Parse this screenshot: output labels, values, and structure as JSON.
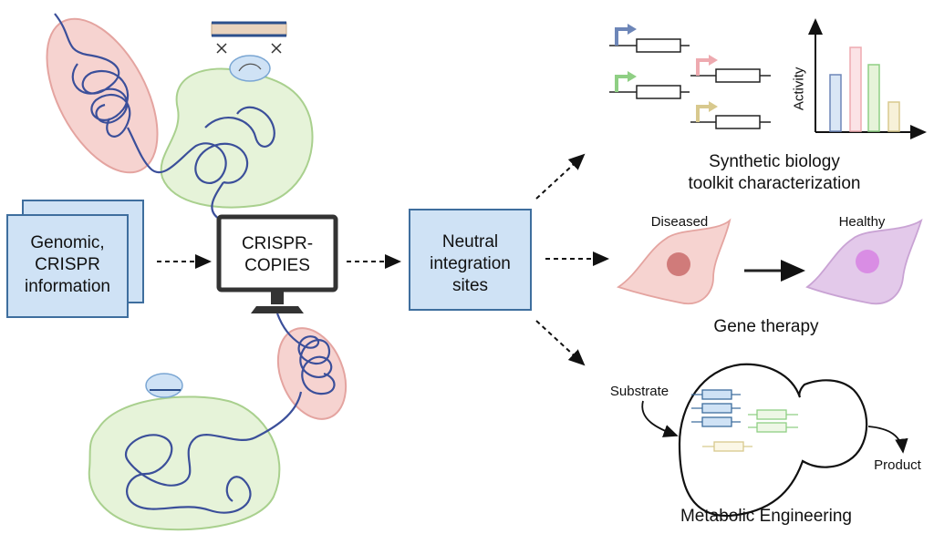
{
  "input_box": {
    "lines": [
      "Genomic,",
      "CRISPR",
      "information"
    ]
  },
  "tool": {
    "lines": [
      "CRISPR-",
      "COPIES"
    ]
  },
  "output_box": {
    "lines": [
      "Neutral",
      "integration",
      "sites"
    ]
  },
  "applications": {
    "synbio": {
      "caption_lines": [
        "Synthetic biology",
        "toolkit characterization"
      ],
      "axis_label": "Activity"
    },
    "gene_therapy": {
      "caption": "Gene therapy",
      "before": "Diseased",
      "after": "Healthy"
    },
    "metabolic": {
      "caption": "Metabolic Engineering",
      "substrate": "Substrate",
      "product": "Product"
    }
  },
  "colors": {
    "box_fill": "#cfe2f5",
    "box_stroke": "#3e6e9e",
    "red_cell": "#f6d3d0",
    "green_cell": "#e6f3d9",
    "dna": "#3b4f9a",
    "purple_cell": "#e3c9ea"
  }
}
